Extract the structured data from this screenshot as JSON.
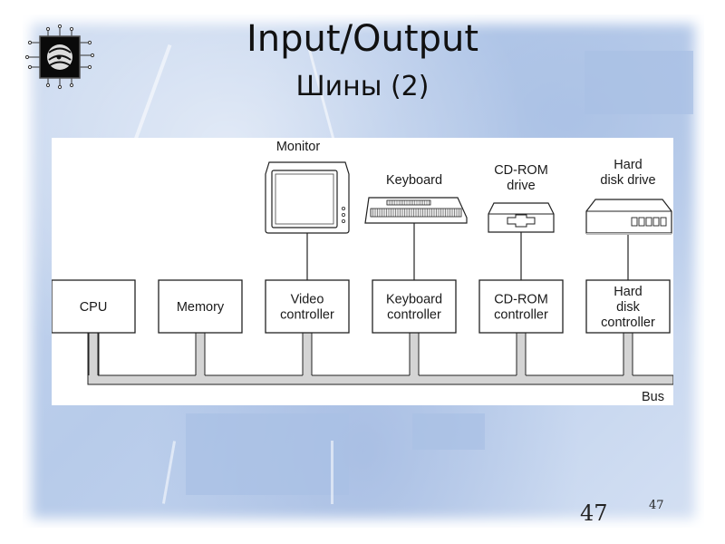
{
  "slide": {
    "title": "Input/Output",
    "subtitle": "Шины (2)",
    "page_number": "47",
    "page_number_small": "47",
    "logo_icon": "chip-logo-icon"
  },
  "diagram": {
    "devices": [
      {
        "label_lines": [
          "Monitor"
        ],
        "icon": "monitor-icon"
      },
      {
        "label_lines": [
          "Keyboard"
        ],
        "icon": "keyboard-icon"
      },
      {
        "label_lines": [
          "CD-ROM",
          "drive"
        ],
        "icon": "cdrom-drive-icon"
      },
      {
        "label_lines": [
          "Hard",
          "disk drive"
        ],
        "icon": "hard-disk-drive-icon"
      }
    ],
    "components": [
      {
        "label_lines": [
          "CPU"
        ]
      },
      {
        "label_lines": [
          "Memory"
        ]
      },
      {
        "label_lines": [
          "Video",
          "controller"
        ]
      },
      {
        "label_lines": [
          "Keyboard",
          "controller"
        ]
      },
      {
        "label_lines": [
          "CD-ROM",
          "controller"
        ]
      },
      {
        "label_lines": [
          "Hard",
          "disk",
          "controller"
        ]
      }
    ],
    "bus_label": "Bus",
    "colors": {
      "bus_fill": "#d4d4d4",
      "stroke": "#222222"
    }
  }
}
